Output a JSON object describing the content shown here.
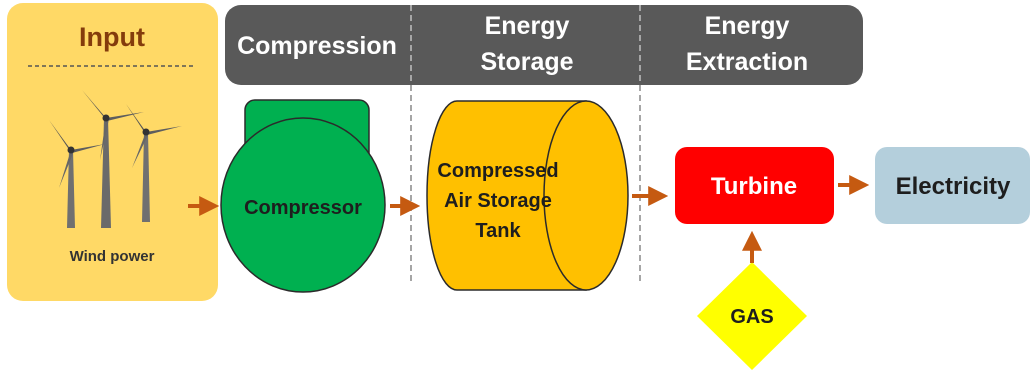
{
  "input": {
    "title": "Input",
    "caption": "Wind power"
  },
  "stages": {
    "compression": "Compression",
    "storage": {
      "line1": "Energy",
      "line2": "Storage"
    },
    "extraction": {
      "line1": "Energy",
      "line2": "Extraction"
    }
  },
  "nodes": {
    "compressor": "Compressor",
    "tank": {
      "line1": "Compressed",
      "line2": "Air Storage",
      "line3": "Tank"
    },
    "turbine": "Turbine",
    "electricity": "Electricity",
    "gas": "GAS"
  },
  "colors": {
    "input_panel": "#ffd966",
    "header_bar": "#595959",
    "compressor": "#00b050",
    "tank": "#ffc000",
    "turbine": "#ff0000",
    "electricity": "#b4cfdc",
    "gas": "#ffff00",
    "arrow": "#c55a11",
    "title_text": "#843c0c"
  }
}
